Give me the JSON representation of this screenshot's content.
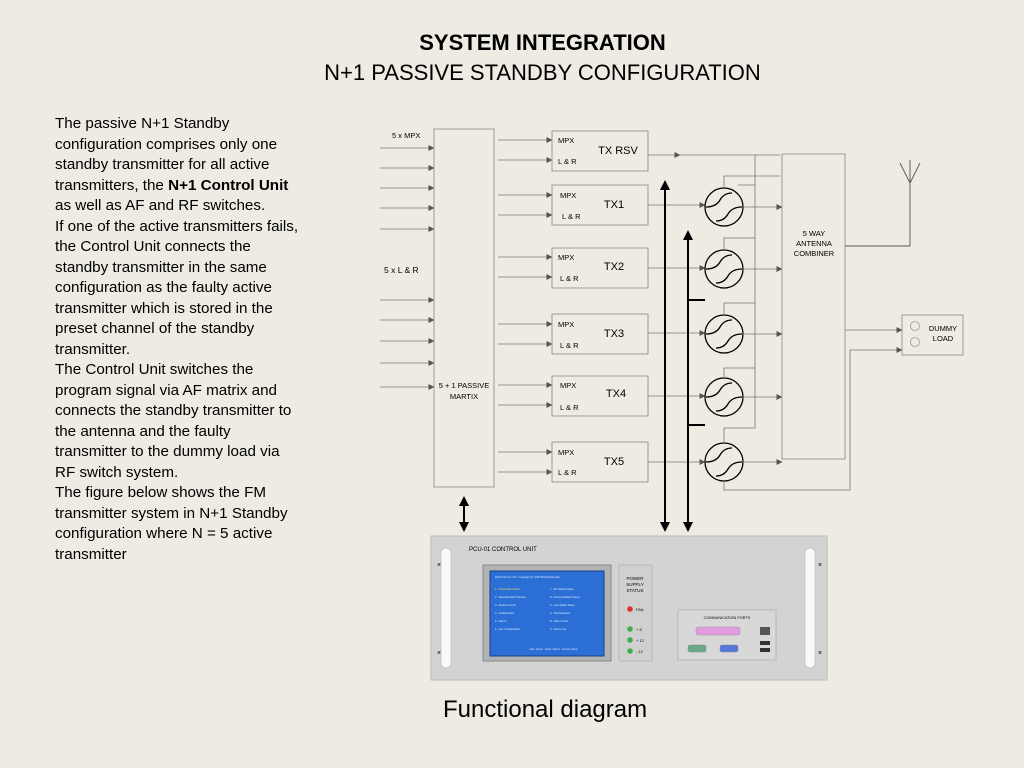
{
  "title": "SYSTEM INTEGRATION",
  "subtitle": "N+1 PASSIVE STANDBY CONFIGURATION",
  "description": {
    "p1_a": "The passive N+1 Standby configuration  comprises only one standby transmitter for all active transmitters, the ",
    "p1_bold": "N+1 Control Unit",
    "p1_b": " as well as AF and RF switches.",
    "p2": "If  one of the active transmitters fails, the Control Unit connects the standby transmitter in the same configuration as the faulty active transmitter which is stored in the preset channel of the standby transmitter.",
    "p3": "The Control Unit switches the program signal via AF matrix and connects the standby transmitter to the antenna and the faulty transmitter to the dummy load via RF switch system.",
    "p4": "The figure below shows the FM transmitter system in N+1 Standby configuration where  N = 5 active transmitter"
  },
  "caption": "Functional diagram",
  "diagram": {
    "mpx_input_label": "5 x MPX",
    "lr_input_label": "5 x L & R",
    "matrix_label_1": "5 + 1 PASSIVE",
    "matrix_label_2": "MARTIX",
    "transmitters": [
      {
        "name": "TX RSV",
        "in1": "MPX",
        "in2": "L & R"
      },
      {
        "name": "TX1",
        "in1": "MPX",
        "in2": "L & R"
      },
      {
        "name": "TX2",
        "in1": "MPX",
        "in2": "L & R"
      },
      {
        "name": "TX3",
        "in1": "MPX",
        "in2": "L & R"
      },
      {
        "name": "TX4",
        "in1": "MPX",
        "in2": "L & R"
      },
      {
        "name": "TX5",
        "in1": "MPX",
        "in2": "L & R"
      }
    ],
    "combiner_label_1": "5 WAY",
    "combiner_label_2": "ANTENNA",
    "combiner_label_3": "COMBINER",
    "dummy_label_1": "DUMMY",
    "dummy_label_2": "LOAD",
    "control_unit": {
      "label": "PCU-01 CONTROL UNIT",
      "power_label_1": "POWER",
      "power_label_2": "SUPPLY",
      "power_label_3": "STATUS",
      "fail_label": "FAIL",
      "rail_1": "+ 5",
      "rail_2": "+ 12",
      "rail_3": "- 12",
      "ports_label": "COMMUNICATION PORTS",
      "screen_header": "DIGIT-N1 N+1 Ctrl · Copyright (C) 2003 RVR Elettronica",
      "screen_menu_left": [
        "1 - Transmitter Status",
        "2 - Standard RVR Protocol",
        "3 - Exciter Control",
        "4 - Configuration",
        "5 - Alarms",
        "6 - N+1 Configuration"
      ],
      "screen_menu_right": [
        "7 - RF Switch Status",
        "8 - Communication Setup",
        "9 - Line Switch Setup",
        "A - Set Password",
        "B - Date & Time",
        "C - Event Log"
      ],
      "screen_footer": "Esc: Home · Enter: Select · Arrows: Move",
      "colors": {
        "panel": "#d3d3d3",
        "screen_bezel": "#b0b4b4",
        "screen": "#2b6fd6",
        "fail_led": "#e03030",
        "ok_led": "#3ab04a"
      }
    }
  }
}
